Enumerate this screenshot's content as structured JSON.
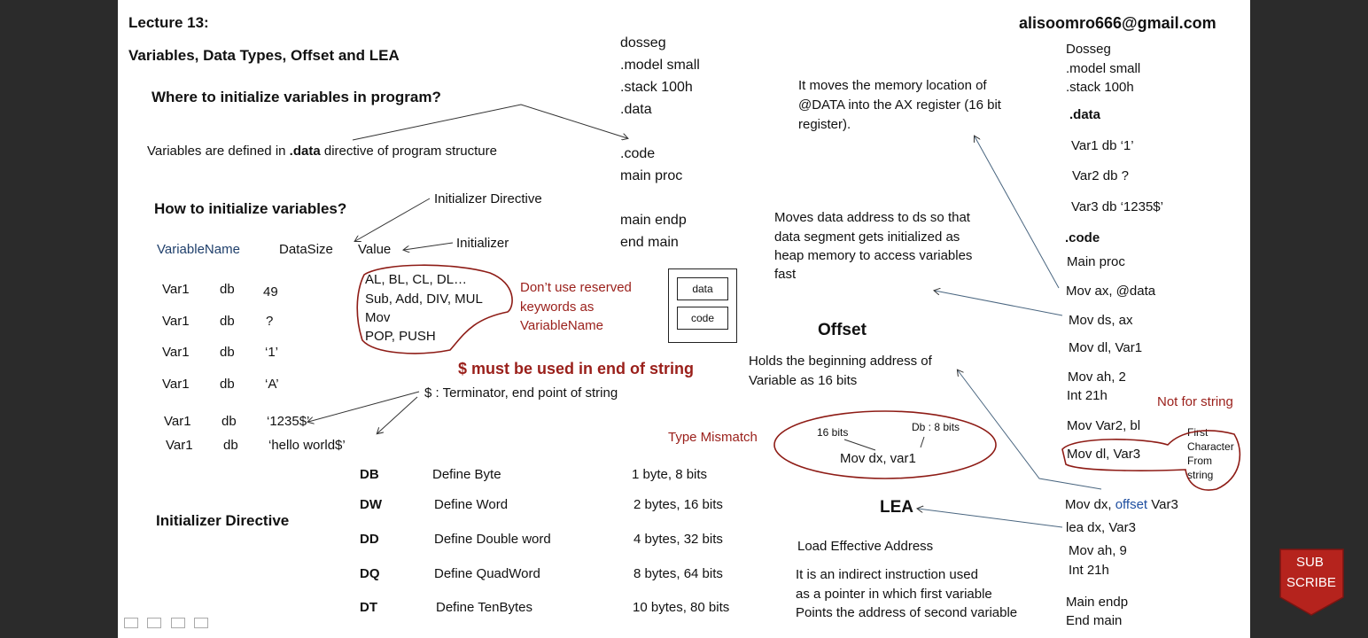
{
  "header": {
    "lecture": "Lecture 13:",
    "topic": "Variables, Data Types, Offset and LEA",
    "email": "alisoomro666@gmail.com"
  },
  "left": {
    "q1": "Where to initialize variables in program?",
    "a1_pre": "Variables are defined in ",
    "a1_bold": ".data",
    "a1_post": " directive of program structure",
    "q2": "How to initialize variables?",
    "initializer_directive_label": "Initializer Directive",
    "initializer_label": "Initializer",
    "col_varname": "VariableName",
    "col_datasize": "DataSize",
    "col_value": "Value",
    "rows": [
      {
        "name": "Var1",
        "size": "db",
        "value": "49"
      },
      {
        "name": "Var1",
        "size": "db",
        "value": "?"
      },
      {
        "name": "Var1",
        "size": "db",
        "value": "‘1’"
      },
      {
        "name": "Var1",
        "size": "db",
        "value": "‘A’"
      },
      {
        "name": "Var1",
        "size": "db",
        "value": "‘1235$’"
      },
      {
        "name": "Var1",
        "size": "db",
        "value": "‘hello world$’"
      }
    ],
    "reserved": [
      "AL, BL, CL, DL…",
      "Sub, Add, DIV, MUL",
      "Mov",
      "POP, PUSH"
    ],
    "reserved_note": [
      "Don’t use reserved",
      "keywords as",
      "VariableName"
    ],
    "string_rule": "$ must be used in end of string",
    "terminator": "$ : Terminator, end point of string",
    "directive_heading": "Initializer Directive"
  },
  "directives": [
    {
      "code": "DB",
      "name": "Define Byte",
      "size": "1 byte, 8 bits"
    },
    {
      "code": "DW",
      "name": "Define Word",
      "size": "2 bytes, 16 bits"
    },
    {
      "code": "DD",
      "name": "Define Double word",
      "size": "4 bytes, 32 bits"
    },
    {
      "code": "DQ",
      "name": "Define QuadWord",
      "size": "8 bytes, 64 bits"
    },
    {
      "code": "DT",
      "name": "Define TenBytes",
      "size": "10 bytes, 80 bits"
    }
  ],
  "structure": {
    "lines_top": [
      "dosseg",
      ".model small",
      ".stack 100h",
      ".data"
    ],
    "lines_code": [
      ".code",
      "main proc"
    ],
    "lines_end": [
      "main endp",
      "end main"
    ],
    "box_data": "data",
    "box_code": "code"
  },
  "middle": {
    "ax_note": [
      "It moves the memory location of",
      "@DATA into the AX register (16 bit",
      "register)."
    ],
    "ds_note": [
      "Moves data address to ds so that",
      "data segment gets initialized as",
      "heap memory to access variables",
      "fast"
    ],
    "offset_title": "Offset",
    "offset_desc": [
      "Holds the beginning address of",
      "Variable as 16 bits"
    ],
    "type_mismatch": "Type Mismatch",
    "bits16": "16 bits",
    "db8": "Db : 8 bits",
    "mov_example": "Mov dx, var1",
    "lea_title": "LEA",
    "lea_full": "Load Effective Address",
    "lea_desc": [
      "It is an indirect instruction used",
      "as a pointer in which first variable",
      "Points the address of second variable"
    ]
  },
  "right": {
    "code": [
      "Dosseg",
      ".model small",
      ".stack 100h",
      ".data",
      "Var1 db ‘1’",
      "Var2 db ?",
      "Var3 db ‘1235$’",
      ".code",
      "Main proc",
      "Mov ax, @data",
      "Mov ds, ax",
      "Mov dl, Var1",
      "Mov ah, 2",
      "Int 21h",
      "Mov Var2, bl",
      "Mov dl, Var3",
      "Mov dx, ",
      "lea dx, Var3",
      "Mov ah, 9",
      "Int 21h",
      "Main endp",
      "End main"
    ],
    "offset_keyword": "offset",
    "offset_tail": " Var3",
    "not_for_string": "Not for string",
    "first_char": [
      "First",
      "Character",
      "From",
      "string"
    ]
  },
  "subscribe": {
    "line1": "SUB",
    "line2": "SCRIBE"
  },
  "colors": {
    "accent_red": "#9a1f1a",
    "blue": "#1f3f6b",
    "offset_blue": "#1f4fa0"
  }
}
